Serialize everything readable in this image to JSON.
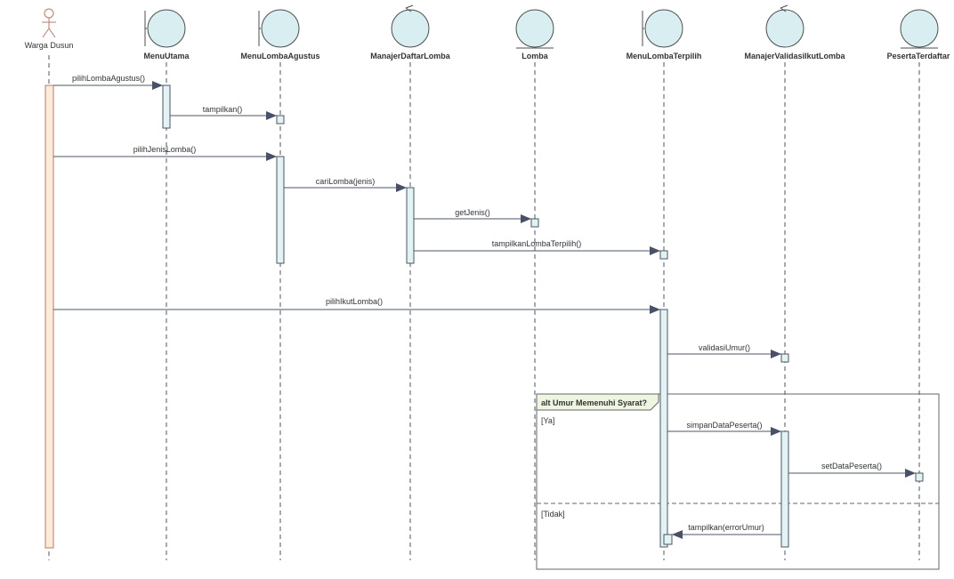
{
  "colors": {
    "icon_fill": "#d8eef0",
    "icon_stroke": "#4d4d4d",
    "activation_fill": "#e3f3f3",
    "actor_activation_fill": "#fcebd8",
    "actor_stroke": "#b27d6b",
    "line": "#4d5566",
    "arrow_head": "#4a5068",
    "frag_label_fill": "#eef5e0"
  },
  "participants": [
    {
      "name": "Warga Dusun",
      "kind": "actor"
    },
    {
      "name": "MenuUtama",
      "kind": "boundary"
    },
    {
      "name": "MenuLombaAgustus",
      "kind": "boundary"
    },
    {
      "name": "ManajerDaftarLomba",
      "kind": "control"
    },
    {
      "name": "Lomba",
      "kind": "entity"
    },
    {
      "name": "MenuLombaTerpilih",
      "kind": "boundary"
    },
    {
      "name": "ManajerValidasiIkutLomba",
      "kind": "control"
    },
    {
      "name": "PesertaTerdaftar",
      "kind": "entity"
    }
  ],
  "messages": [
    {
      "label": "pilihLombaAgustus()",
      "from": 0,
      "to": 1
    },
    {
      "label": "tampilkan()",
      "from": 1,
      "to": 2
    },
    {
      "label": "pilihJenisLomba()",
      "from": 0,
      "to": 2
    },
    {
      "label": "cariLomba(jenis)",
      "from": 2,
      "to": 3
    },
    {
      "label": "getJenis()",
      "from": 3,
      "to": 4
    },
    {
      "label": "tampilkanLombaTerpilih()",
      "from": 3,
      "to": 5
    },
    {
      "label": "pilihIkutLomba()",
      "from": 0,
      "to": 5
    },
    {
      "label": "validasiUmur()",
      "from": 5,
      "to": 6
    },
    {
      "label": "simpanDataPeserta()",
      "from": 5,
      "to": 6
    },
    {
      "label": "setDataPeserta()",
      "from": 6,
      "to": 7
    },
    {
      "label": "tampilkan(errorUmur)",
      "from": 6,
      "to": 5
    }
  ],
  "fragment": {
    "operator": "alt Umur Memenuhi Syarat?",
    "guard_ya": "[Ya]",
    "guard_tidak": "[Tidak]"
  }
}
